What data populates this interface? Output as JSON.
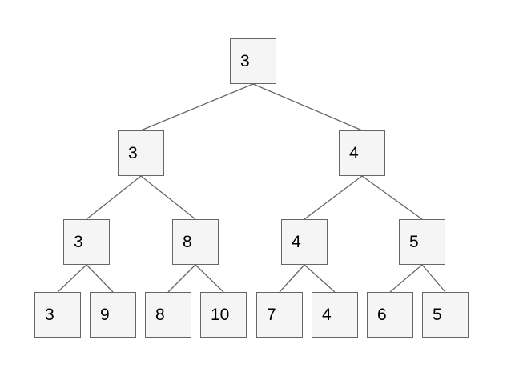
{
  "diagram": {
    "type": "binary-tree",
    "nodes": [
      {
        "id": "n0",
        "label": "3"
      },
      {
        "id": "n1",
        "label": "3"
      },
      {
        "id": "n2",
        "label": "4"
      },
      {
        "id": "n3",
        "label": "3"
      },
      {
        "id": "n4",
        "label": "8"
      },
      {
        "id": "n5",
        "label": "4"
      },
      {
        "id": "n6",
        "label": "5"
      },
      {
        "id": "n7",
        "label": "3"
      },
      {
        "id": "n8",
        "label": "9"
      },
      {
        "id": "n9",
        "label": "8"
      },
      {
        "id": "n10",
        "label": "10"
      },
      {
        "id": "n11",
        "label": "7"
      },
      {
        "id": "n12",
        "label": "4"
      },
      {
        "id": "n13",
        "label": "6"
      },
      {
        "id": "n14",
        "label": "5"
      }
    ],
    "edges": [
      [
        "n0",
        "n1"
      ],
      [
        "n0",
        "n2"
      ],
      [
        "n1",
        "n3"
      ],
      [
        "n1",
        "n4"
      ],
      [
        "n2",
        "n5"
      ],
      [
        "n2",
        "n6"
      ],
      [
        "n3",
        "n7"
      ],
      [
        "n3",
        "n8"
      ],
      [
        "n4",
        "n9"
      ],
      [
        "n4",
        "n10"
      ],
      [
        "n5",
        "n11"
      ],
      [
        "n5",
        "n12"
      ],
      [
        "n6",
        "n13"
      ],
      [
        "n6",
        "n14"
      ]
    ]
  },
  "colors": {
    "background": "#ffffff",
    "node_fill": "#f5f5f5",
    "node_stroke": "#666666",
    "edge_stroke": "#666666",
    "text": "#000000"
  }
}
